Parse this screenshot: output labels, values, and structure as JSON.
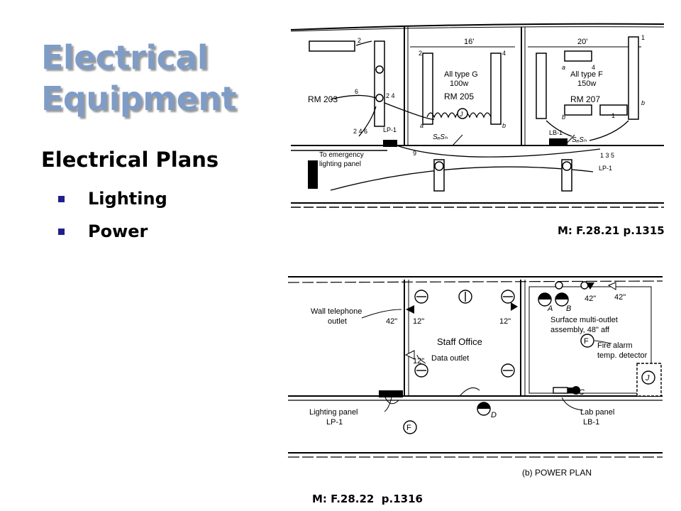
{
  "slide": {
    "title_lines": [
      "Electrical",
      "Equipment"
    ],
    "subtitle": "Electrical Plans",
    "bullets": [
      "Lighting",
      "Power"
    ],
    "ref_top": "M: F.28.21 p.1315",
    "ref_bottom": "M: F.28.22  p.1316"
  },
  "lighting_plan": {
    "dim_left": "16'",
    "dim_right": "20'",
    "rm203": "RM 203",
    "rm205": "RM 205",
    "rm207": "RM 207",
    "type_g_1": "All type G",
    "type_g_2": "100w",
    "type_f_1": "All type F",
    "type_f_2": "150w",
    "lp1_top": "LP-1",
    "lb1": "LB-1",
    "lp1_right": "LP-1",
    "emergency_1": "To emergency",
    "emergency_2": "lighting panel",
    "n2": "2",
    "n6": "6",
    "n24": "2 4",
    "n246": "2 4 6",
    "n2b": "2",
    "n4": "4",
    "n1": "1",
    "n4b": "4",
    "n1b": "1",
    "n9": "9",
    "n135": "1 3 5",
    "la": "a",
    "lb": "b",
    "lJ": "J",
    "lsasb": "SₐSₕ",
    "la2": "a",
    "lb2": "b",
    "lb3": "b",
    "lsasb2": "SₐSₕ"
  },
  "power_plan": {
    "wall_tel_1": "Wall telephone",
    "wall_tel_2": "outlet",
    "h42a": "42\"",
    "h12a": "12\"",
    "h12b": "12\"",
    "h12c": "12\"",
    "h42b": "42\"",
    "h42c": "42\"",
    "staff_office": "Staff Office",
    "data_outlet": "Data outlet",
    "surface_1": "Surface multi-outlet",
    "surface_2": "assembly, 48\" aff",
    "fire_1": "Fire alarm",
    "fire_2": "temp. detector",
    "fire_F": "F",
    "fire_F2": "F",
    "lighting_panel_1": "Lighting panel",
    "lighting_panel_2": "LP-1",
    "lab_panel_1": "Lab panel",
    "lab_panel_2": "LB-1",
    "letter_A": "A",
    "letter_B": "B",
    "letter_C": "C",
    "letter_D": "D",
    "letter_J": "J",
    "caption": "(b) POWER PLAN"
  }
}
